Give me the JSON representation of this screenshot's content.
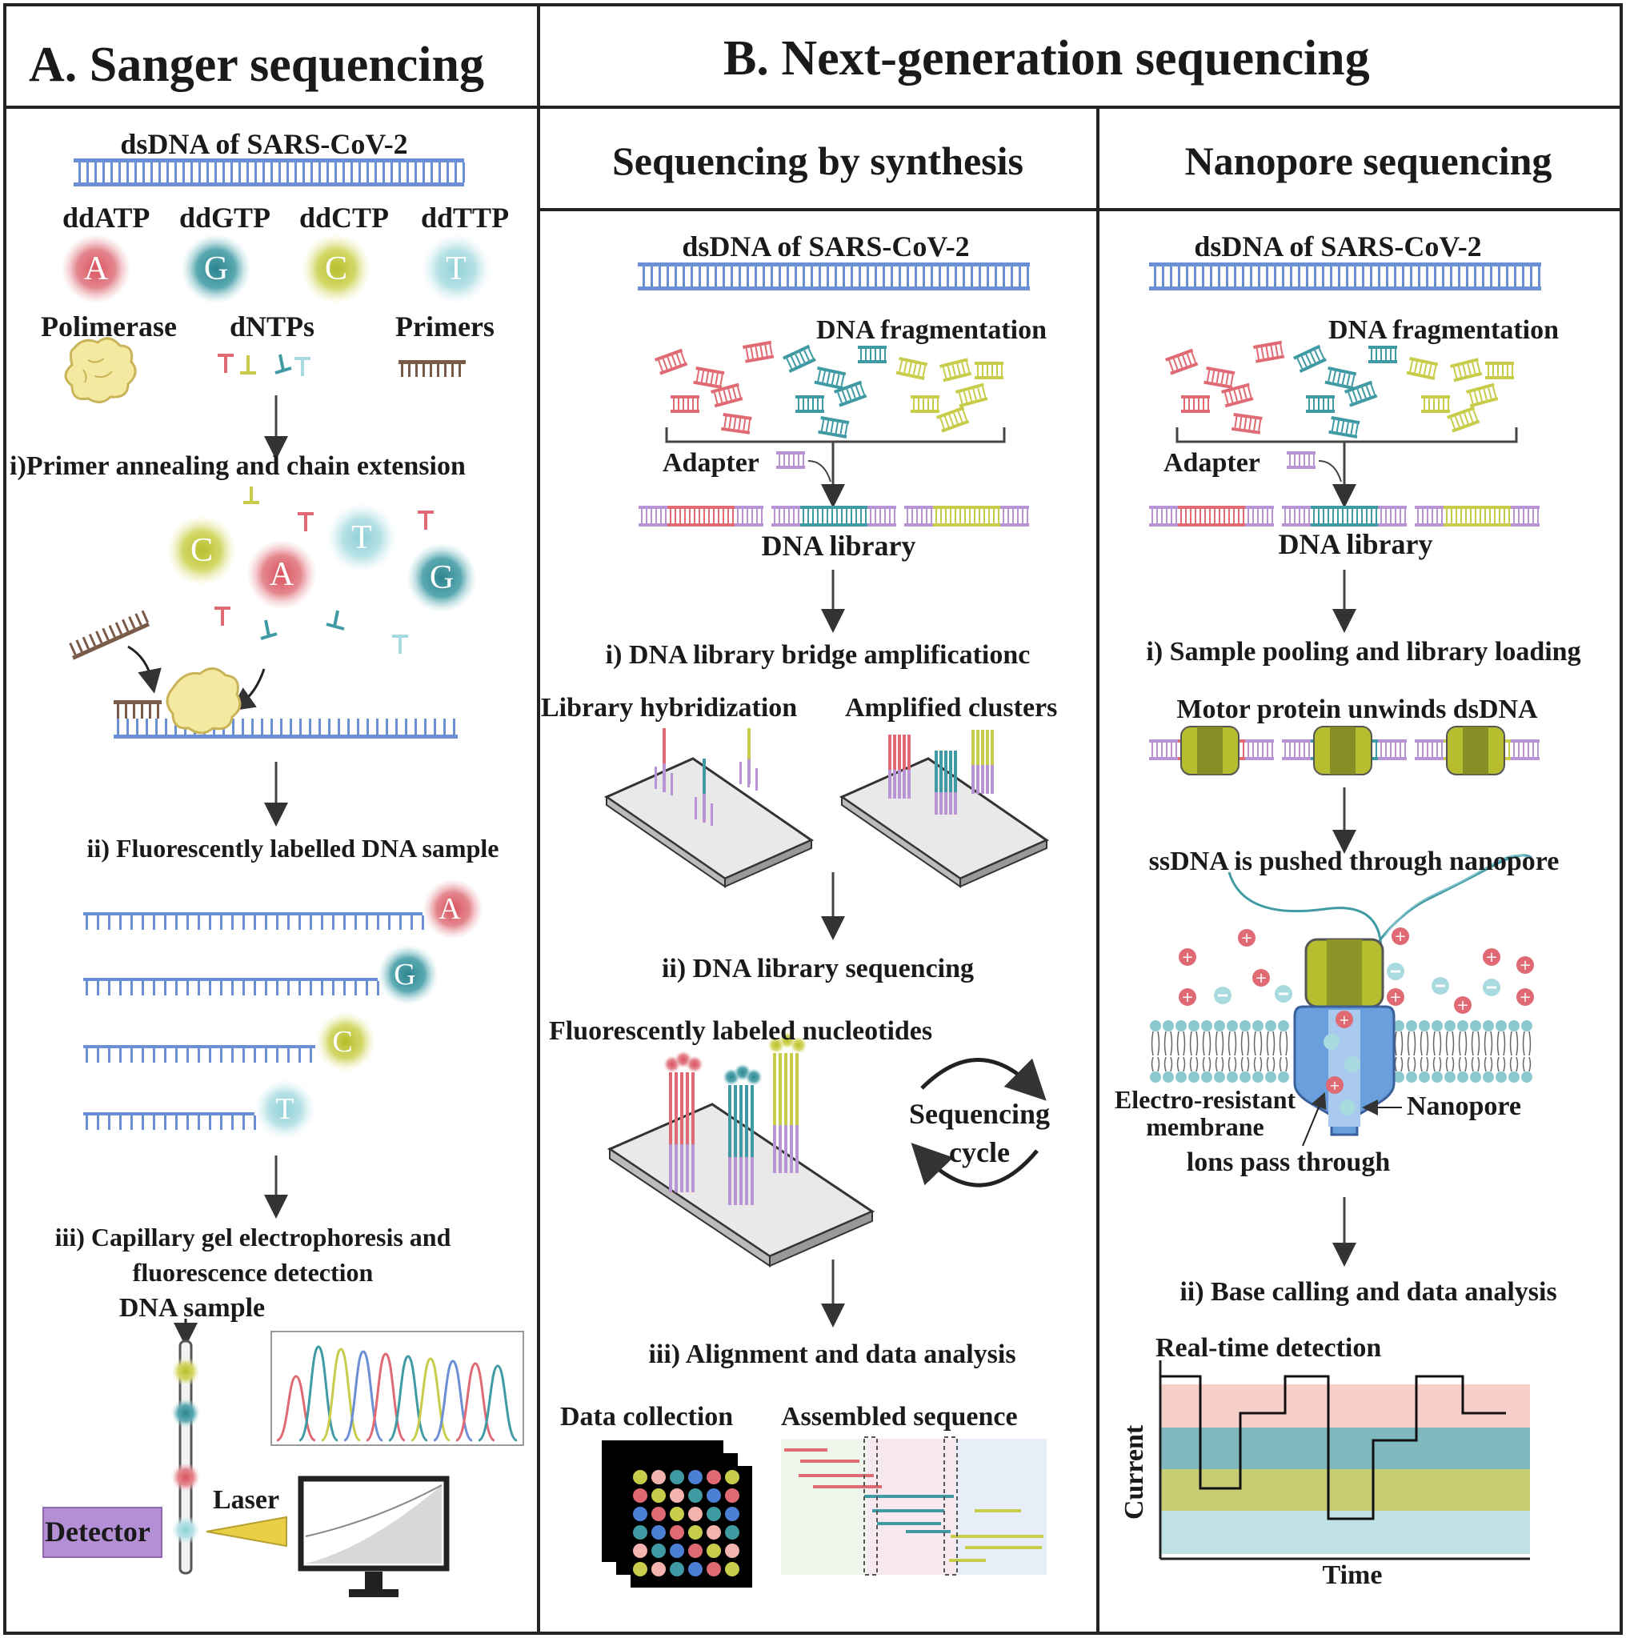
{
  "panel_a": {
    "title": "A. Sanger sequencing",
    "dsdna": "dsDNA of SARS-CoV-2",
    "ddntps": [
      "ddATP",
      "ddGTP",
      "ddCTP",
      "ddTTP"
    ],
    "bases": [
      "A",
      "G",
      "C",
      "T"
    ],
    "polimerase": "Polimerase",
    "dntps": "dNTPs",
    "primers": "Primers",
    "step1": "i)Primer annealing and chain extension",
    "step2": "ii) Fluorescently labelled DNA sample",
    "step3_line1": "iii) Capillary gel electrophoresis and",
    "step3_line2": "fluorescence detection",
    "dna_sample": "DNA sample",
    "laser": "Laser",
    "detector": "Detector"
  },
  "panel_b": {
    "title": "B. Next-generation sequencing",
    "sbs": {
      "title": "Sequencing by synthesis",
      "dsdna": "dsDNA of SARS-CoV-2",
      "fragmentation": "DNA fragmentation",
      "adapter": "Adapter",
      "library": "DNA library",
      "step1": "i) DNA library bridge amplificationc",
      "hybridization": "Library hybridization",
      "clusters": "Amplified clusters",
      "step2": "ii) DNA library sequencing",
      "labeled": "Fluorescently labeled nucleotides",
      "cycle_line1": "Sequencing",
      "cycle_line2": "cycle",
      "step3": "iii) Alignment and data analysis",
      "data_collection": "Data collection",
      "assembled": "Assembled sequence"
    },
    "nanopore": {
      "title": "Nanopore sequencing",
      "dsdna": "dsDNA of SARS-CoV-2",
      "fragmentation": "DNA fragmentation",
      "adapter": "Adapter",
      "library": "DNA library",
      "step1": "i) Sample pooling and library loading",
      "motor": "Motor protein unwinds dsDNA",
      "pushed": "ssDNA is pushed through nanopore",
      "membrane_line1": "Electro-resistant",
      "membrane_line2": "membrane",
      "nanopore_label": "Nanopore",
      "ions": "lons pass through",
      "step2": "ii) Base calling and data analysis",
      "realtime": "Real-time detection",
      "ylabel": "Current",
      "xlabel": "Time"
    }
  },
  "colors": {
    "A": "#e06a73",
    "G": "#3f9aa3",
    "C": "#c7cc4a",
    "T": "#a8dadf",
    "backbone": "#6b8fd4",
    "adapter": "#b894d4",
    "detector": "#b58fd6"
  }
}
